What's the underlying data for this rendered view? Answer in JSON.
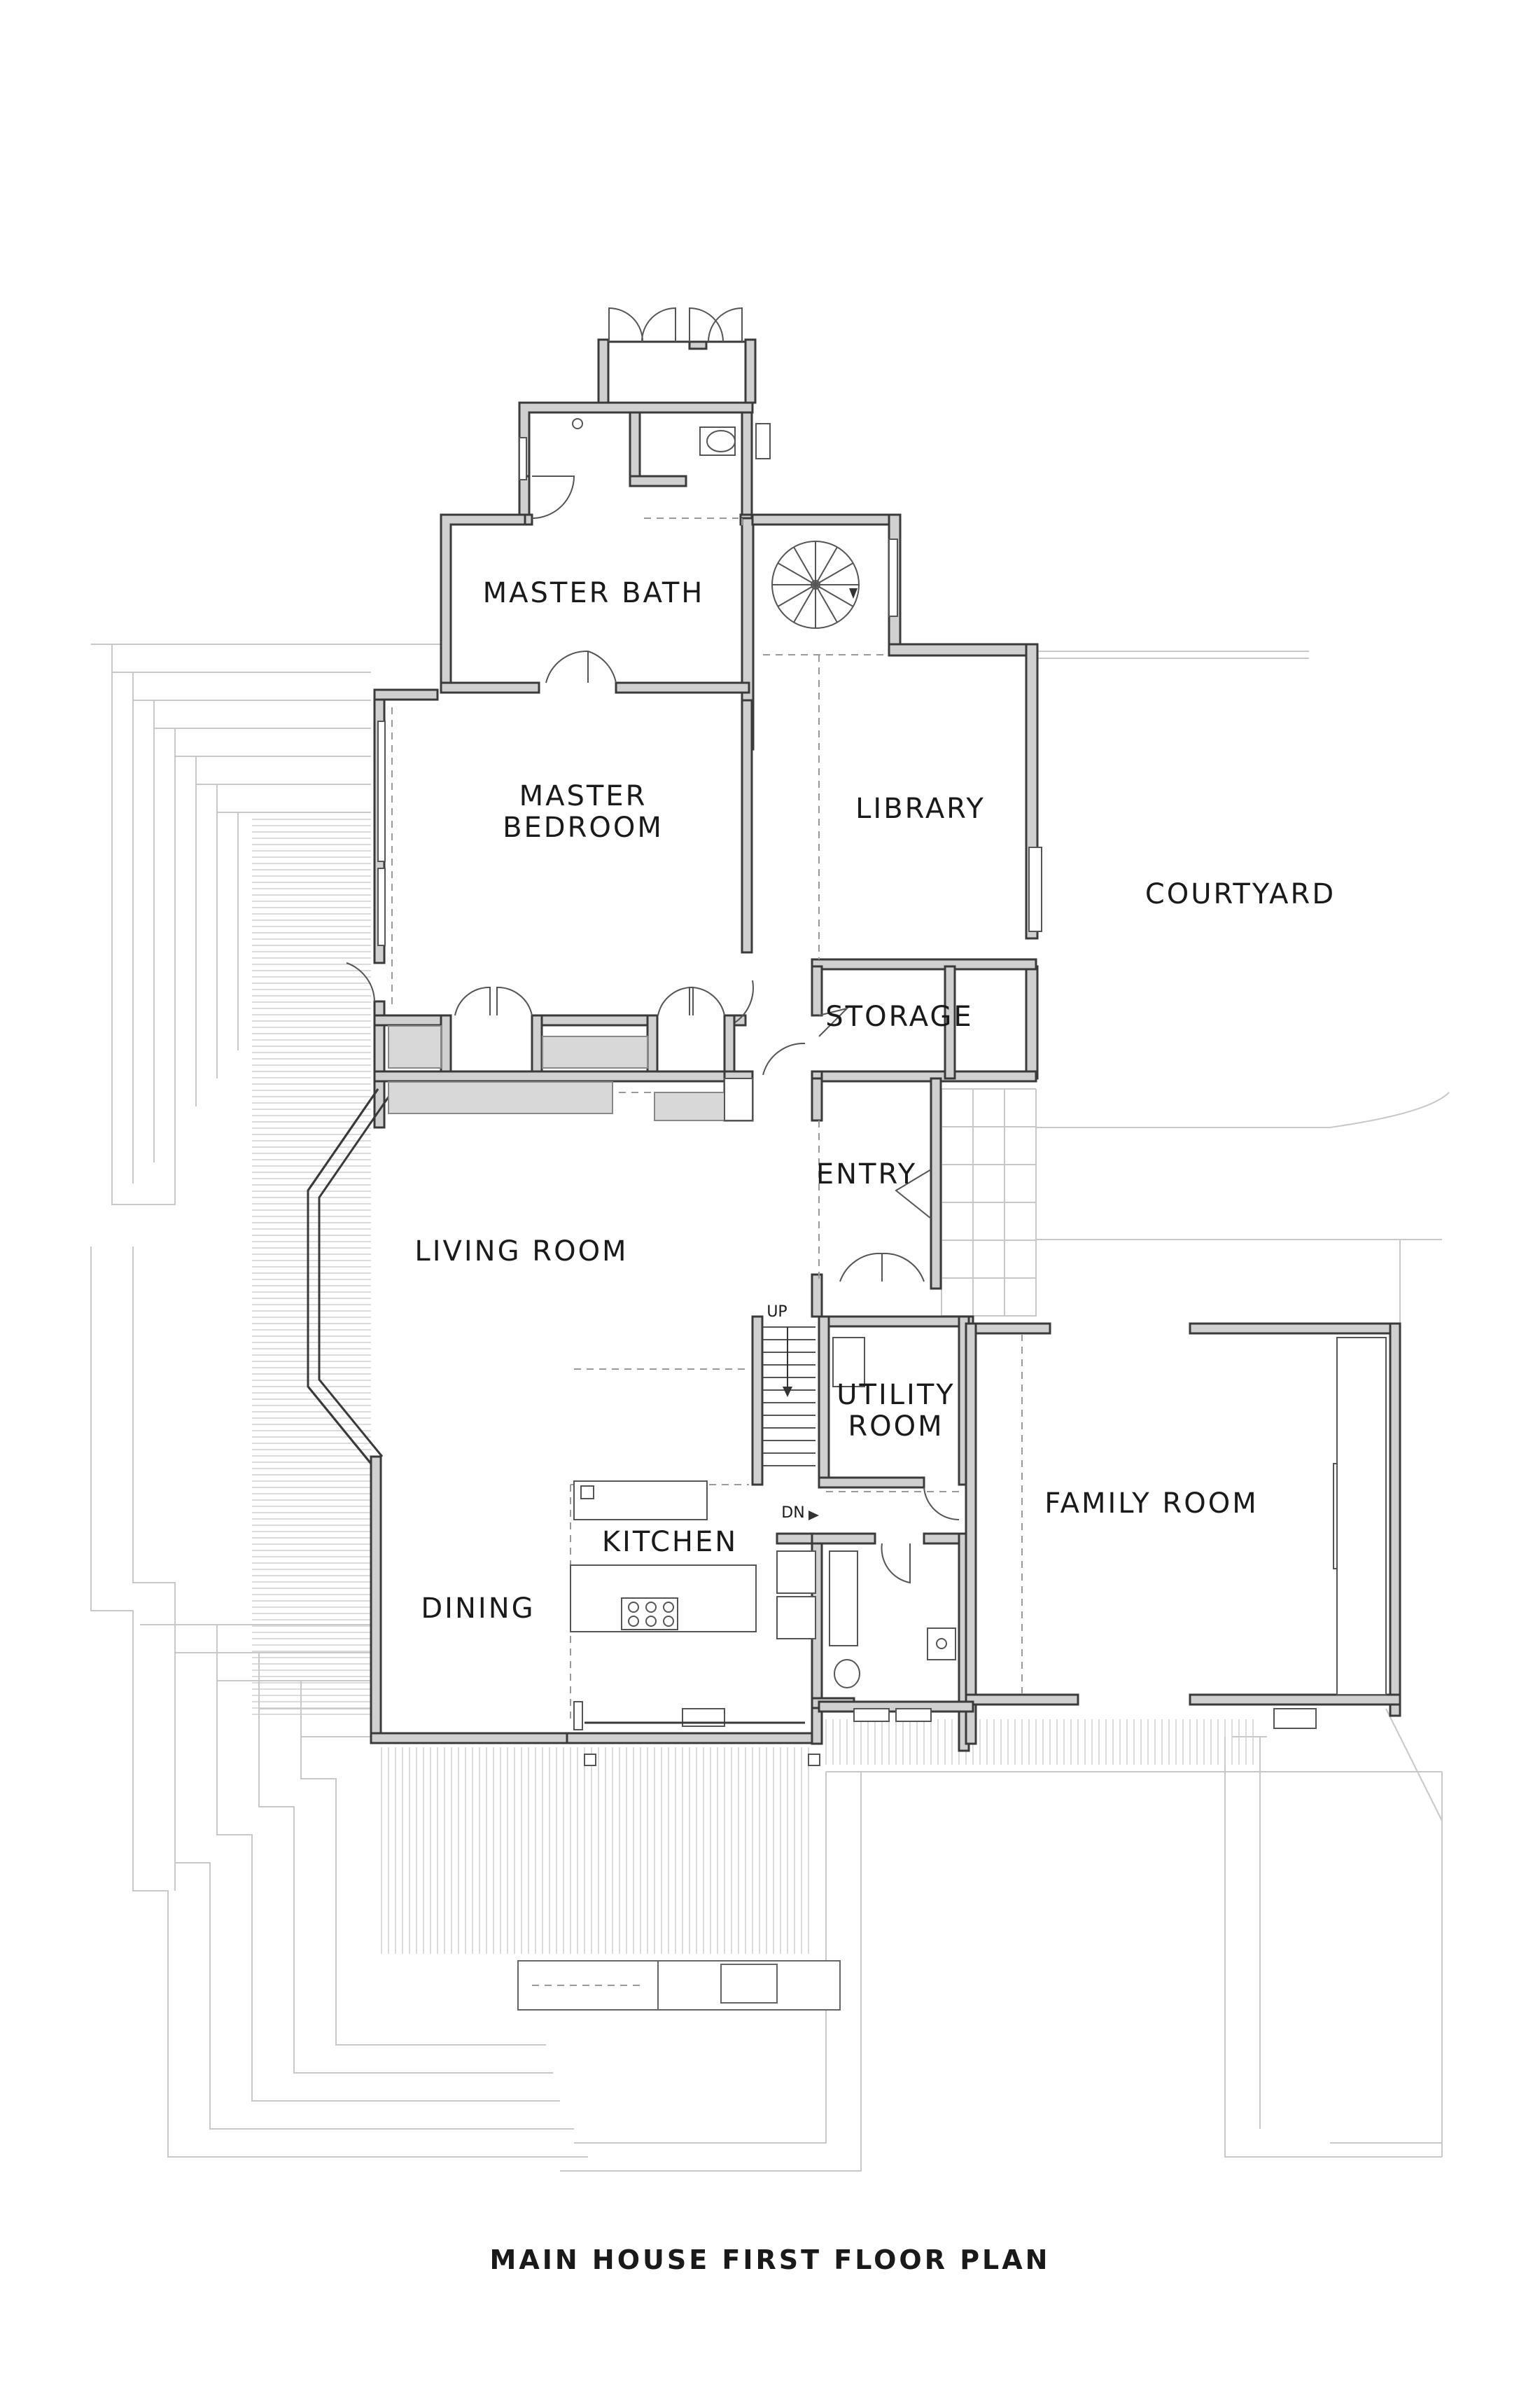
{
  "title": "MAIN HOUSE FIRST FLOOR PLAN",
  "rooms": {
    "master_bath": "MASTER BATH",
    "master_bedroom_line1": "MASTER",
    "master_bedroom_line2": "BEDROOM",
    "library": "LIBRARY",
    "courtyard": "COURTYARD",
    "storage": "STORAGE",
    "entry": "ENTRY",
    "living_room": "LIVING ROOM",
    "utility_room_line1": "UTILITY",
    "utility_room_line2": "ROOM",
    "family_room": "FAMILY ROOM",
    "kitchen": "KITCHEN",
    "dining": "DINING"
  },
  "stairs": {
    "up": "UP",
    "down": "DN"
  },
  "colors": {
    "wall_fill": "#d0d0d0",
    "wall_stroke": "#3a3a3a",
    "deck_lines": "#c8c8c8"
  }
}
